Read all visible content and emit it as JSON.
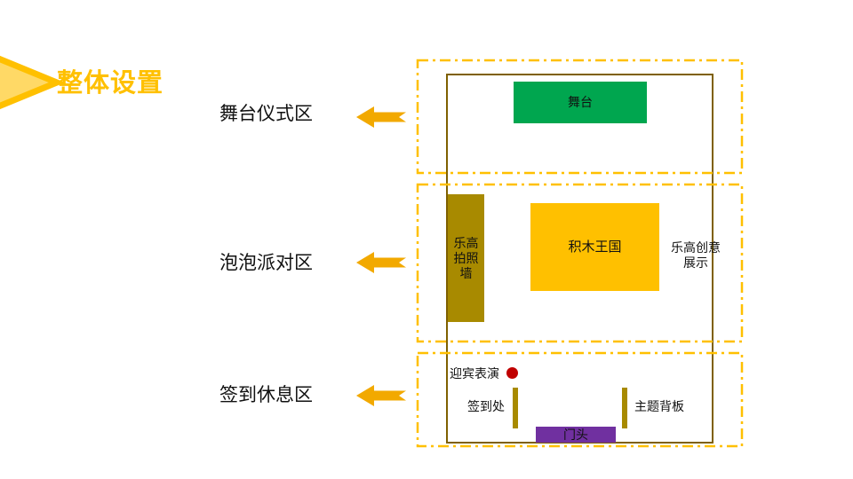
{
  "title": {
    "text": "整体设置"
  },
  "section_labels": [
    {
      "label": "舞台仪式区"
    },
    {
      "label": "泡泡派对区"
    },
    {
      "label": "签到休息区"
    }
  ],
  "floorplan": {
    "stage_label": "舞台",
    "photo_wall_line1": "乐高",
    "photo_wall_line2": "拍照墙",
    "kingdom_label": "积木王国",
    "creative_line1": "乐高创意",
    "creative_line2": "展示",
    "welcome_label": "迎宾表演",
    "signin_label": "签到处",
    "backdrop_label": "主题背板",
    "entrance_label": "门头"
  },
  "icons": {
    "title_pointer": "right-triangle-icon",
    "section_arrow": "left-arrow-icon",
    "performance_marker": "red-dot-icon"
  },
  "colors": {
    "accent_gold": "#FFC000",
    "arrow_gold": "#F2A900",
    "triangle_fill": "#FFD966",
    "stage_green": "#00A64F",
    "wall_olive": "#A88A00",
    "room_border": "#7F6000",
    "kingdom_yellow": "#FFC000",
    "entrance_purple": "#7030A0",
    "performance_red": "#C00000",
    "text_black": "#111111"
  }
}
